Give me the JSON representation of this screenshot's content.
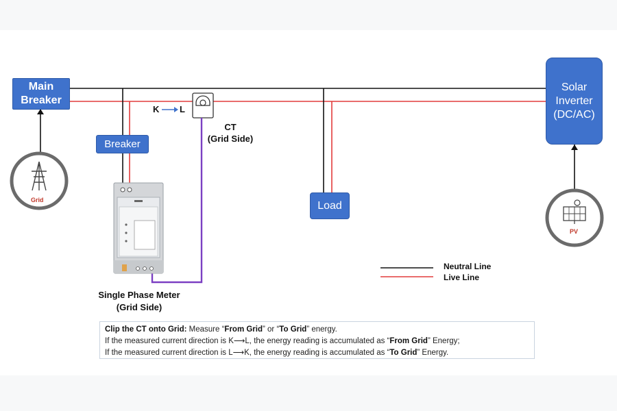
{
  "nodes": {
    "main_breaker": [
      "Main",
      "Breaker"
    ],
    "breaker": "Breaker",
    "load": "Load",
    "inverter": [
      "Solar",
      "Inverter",
      "(DC/AC)"
    ],
    "grid": "Grid",
    "pv": "PV"
  },
  "ct": {
    "title": "CT",
    "subtitle": "(Grid Side)",
    "direction_from": "K",
    "direction_to": "L"
  },
  "meter": {
    "label_line1": "Single Phase Meter",
    "label_line2": "(Grid Side)"
  },
  "legend": {
    "neutral": "Neutral Line",
    "live": "Live Line"
  },
  "colors": {
    "neutral": "#111111",
    "live": "#e23b3b",
    "ct_wire": "#7b3fc2",
    "box_fill": "#3f72cc",
    "icon_ring": "#6b6b6b"
  },
  "note": {
    "line1_bold": "Clip the CT onto Grid:",
    "line1_a": " Measure “",
    "line1_from": "From Grid",
    "line1_b": "” or “",
    "line1_to": "To Grid",
    "line1_c": "” energy.",
    "line2_a": "If the measured current direction is K⟶L, the energy reading is accumulated as “",
    "line2_b": "From Grid",
    "line2_c": "” Energy;",
    "line3_a": "If the measured current direction is L⟶K, the energy reading is accumulated as “",
    "line3_b": "To Grid",
    "line3_c": "” Energy."
  }
}
